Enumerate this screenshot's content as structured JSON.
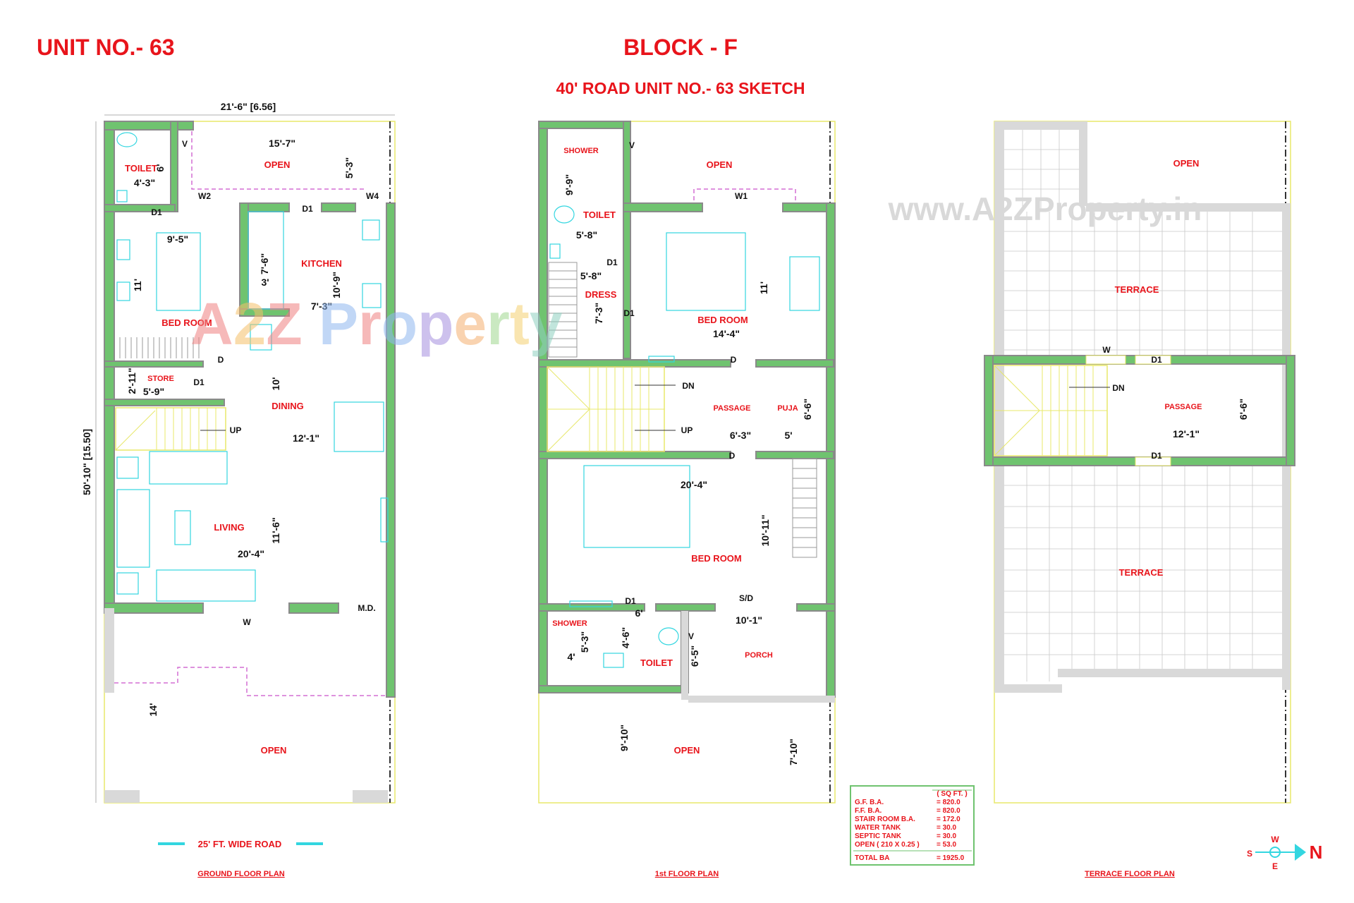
{
  "header": {
    "unit_title": "UNIT NO.- 63",
    "block_title": "BLOCK - F",
    "subtitle": "40' ROAD UNIT NO.- 63 SKETCH"
  },
  "watermarks": {
    "site": "www.A2ZProperty.in",
    "logo_letters": [
      "A",
      "2",
      "Z",
      " ",
      "P",
      "r",
      "o",
      "p",
      "e",
      "r",
      "t",
      "y"
    ],
    "logo_colors": [
      "#f08080",
      "#f5c06a",
      "#f08080",
      "#ffffff",
      "#90b8f0",
      "#f08080",
      "#90b8f0",
      "#a58fe0",
      "#f5b070",
      "#a0d890",
      "#f5d070",
      "#90d0c0"
    ]
  },
  "ground_floor": {
    "title": "GROUND FLOOR PLAN",
    "road": "25' FT. WIDE ROAD",
    "overall_width": "21'-6\" [6.56]",
    "overall_depth": "50'-10\" [15.50]",
    "rooms": {
      "toilet": "TOILET",
      "open_top": "OPEN",
      "kitchen": "KITCHEN",
      "bedroom": "BED ROOM",
      "store": "STORE",
      "dining": "DINING",
      "living": "LIVING",
      "open_bottom": "OPEN"
    },
    "dims": {
      "toilet_w": "4'-3\"",
      "toilet_h": "6'",
      "open_w": "15'-7\"",
      "open_h": "5'-3\"",
      "bed_w": "9'-5\"",
      "bed_h": "11'",
      "kit_counter_h": "7'-6\"",
      "kit_counter_w": "3'",
      "kit_h": "10'-9\"",
      "kit_w": "7'-3\"",
      "store_w": "5'-9\"",
      "store_h": "2'-11\"",
      "dining_h": "10'",
      "dining_w": "12'-1\"",
      "living_h": "11'-6\"",
      "living_w": "20'-4\"",
      "open_front": "14'"
    },
    "labels": {
      "v": "V",
      "d1_a": "D1",
      "d1_b": "D1",
      "d1_c": "D1",
      "w2": "W2",
      "w4": "W4",
      "d": "D",
      "up": "UP",
      "w": "W",
      "md": "M.D."
    }
  },
  "first_floor": {
    "title": "1st FLOOR PLAN",
    "rooms": {
      "shower_top": "SHOWER",
      "open_top": "OPEN",
      "toilet_top": "TOILET",
      "dress": "DRESS",
      "bedroom_top": "BED ROOM",
      "passage": "PASSAGE",
      "puja": "PUJA",
      "bedroom_bottom": "BED ROOM",
      "shower_bottom": "SHOWER",
      "toilet_bottom": "TOILET",
      "porch": "PORCH",
      "open_bottom": "OPEN"
    },
    "dims": {
      "toilet_h": "9'-9\"",
      "toilet_w": "5'-8\"",
      "dress_w": "5'-8\"",
      "dress_h": "7'-3\"",
      "bed_h": "11'",
      "bed_w": "14'-4\"",
      "passage_w": "6'-3\"",
      "puja_w": "5'",
      "puja_h": "6'-6\"",
      "bed2_w": "20'-4\"",
      "bed2_h": "10'-11\"",
      "toilet2_w": "6'",
      "shower2_h": "5'-3\"",
      "shower2_w": "4'",
      "toilet2_h": "4'-6\"",
      "porch_w": "10'-1\"",
      "porch_h": "6'-5\"",
      "open_h1": "9'-10\"",
      "open_h2": "7'-10\""
    },
    "labels": {
      "v_top": "V",
      "w1": "W1",
      "d1_a": "D1",
      "d1_b": "D1",
      "d_top": "D",
      "dn": "DN",
      "up": "UP",
      "d_mid": "D",
      "d1_c": "D1",
      "sd": "S/D",
      "v_bot": "V"
    }
  },
  "terrace": {
    "title": "TERRACE FLOOR PLAN",
    "rooms": {
      "open": "OPEN",
      "terrace_top": "TERRACE",
      "passage": "PASSAGE",
      "terrace_bottom": "TERRACE"
    },
    "dims": {
      "passage_w": "12'-1\"",
      "passage_h": "6'-6\""
    },
    "labels": {
      "w": "W",
      "d1_a": "D1",
      "dn": "DN",
      "d1_b": "D1"
    }
  },
  "area_table": {
    "unit": "( SQ FT. )",
    "rows": [
      {
        "label": "G.F. B.A.",
        "value": "= 820.0"
      },
      {
        "label": "F.F. B.A.",
        "value": "= 820.0"
      },
      {
        "label": "STAIR ROOM B.A.",
        "value": "= 172.0"
      },
      {
        "label": "WATER TANK",
        "value": "= 30.0"
      },
      {
        "label": "SEPTIC TANK",
        "value": "= 30.0"
      },
      {
        "label": "OPEN ( 210 X 0.25 )",
        "value": "= 53.0"
      }
    ],
    "total_label": "TOTAL BA",
    "total_value": "= 1925.0"
  },
  "compass": {
    "w": "W",
    "s": "S",
    "e": "E",
    "n": "N"
  },
  "colors": {
    "title_red": "#e8141b",
    "wall_green": "#6fc36f",
    "fixture_cyan": "#33d6e0",
    "boundary_yellow": "#e8e86a",
    "dashed_pink": "#d36fd3"
  }
}
